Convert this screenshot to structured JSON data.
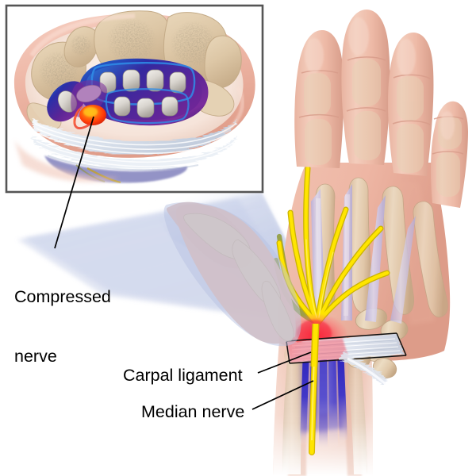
{
  "figure": {
    "title": "Carpal tunnel syndrome anatomy illustration",
    "subject": "hand-and-wrist-cross-section"
  },
  "labels": {
    "compressed_nerve": "Compressed\nnerve",
    "compressed_nerve_line1": "Compressed",
    "compressed_nerve_line2": "nerve",
    "carpal_ligament": "Carpal ligament",
    "median_nerve": "Median nerve"
  },
  "inset": {
    "name": "carpal-tunnel-cross-section",
    "border_color": "#555555",
    "background": "#ffffff",
    "parts": {
      "skin_rim": "skin-and-subcutaneous-rim",
      "carpal_bones": "carpal-bones-trabecular",
      "tendons": "flexor-tendons",
      "tendon_sheaths": "synovial-sheaths",
      "compressed_nerve": "compressed-median-nerve",
      "transverse_ligament": "transverse-carpal-ligament"
    }
  },
  "hand": {
    "name": "palmar-hand-view",
    "parts": {
      "fingers": "four-fingers",
      "thumb": "thumb",
      "phalanges": "phalanx-bones",
      "metacarpals": "metacarpal-bones",
      "carpals": "carpal-bones",
      "radius_ulna": "forearm-bones",
      "flexor_tendons": "flexor-tendons",
      "median_nerve": "median-nerve",
      "nerve_branches": "digital-nerve-branches",
      "carpal_ligament": "transverse-carpal-ligament-band",
      "inflammation": "compression-inflammation-zone"
    }
  },
  "colors": {
    "skin_light": "#f0c9b9",
    "skin_mid": "#e3a995",
    "skin_deep": "#cf8f7e",
    "bone_tan": "#e2cdb2",
    "bone_shadow": "#c9ad8c",
    "trabecular": "#8d7a5f",
    "nerve_yellow": "#ffe500",
    "nerve_olive": "#9aa33a",
    "tendon_lavender": "#cbc4e6",
    "tendon_blue": "#2a23b5",
    "sheath_purple": "#5a2a8c",
    "sheath_blue": "#1e5fd0",
    "compressed_red": "#ff4a12",
    "compressed_orange": "#ff7a1a",
    "inflame_red": "#f0223c",
    "ligament_white": "#e8ecf2",
    "callout_blue": "#c5cee8",
    "leader_black": "#000000",
    "border_gray": "#555555"
  },
  "callout": {
    "name": "magnification-wedge",
    "description": "translucent blue wedge connecting hand wrist to inset panel"
  },
  "leader_lines": [
    {
      "name": "leader-compressed-nerve",
      "from": "compressed-nerve-label",
      "to": "inset-compressed-nerve"
    },
    {
      "name": "leader-carpal-ligament",
      "from": "carpal-ligament-label",
      "to": "hand-carpal-ligament"
    },
    {
      "name": "leader-median-nerve",
      "from": "median-nerve-label",
      "to": "hand-median-nerve"
    }
  ]
}
